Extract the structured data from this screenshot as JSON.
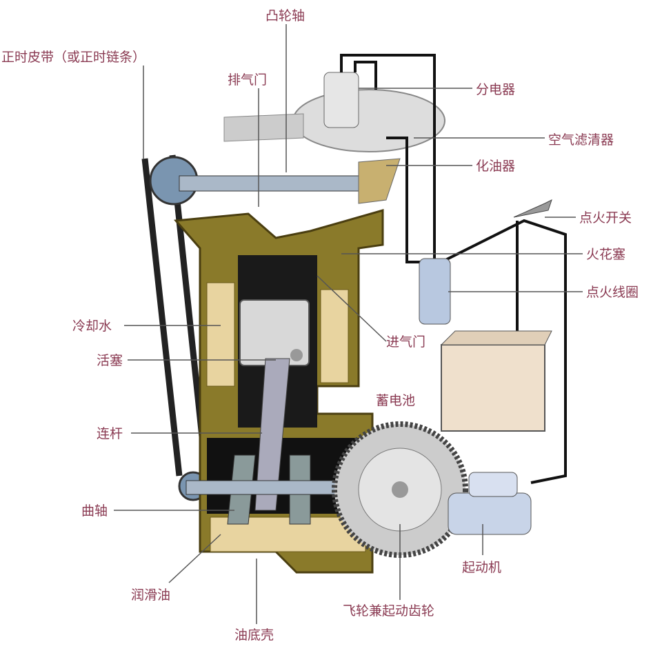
{
  "labels": {
    "camshaft": "凸轮轴",
    "timing_belt": "正时皮带（或正时链条）",
    "exhaust_valve": "排气门",
    "distributor": "分电器",
    "air_filter": "空气滤清器",
    "carburetor": "化油器",
    "ignition_switch": "点火开关",
    "spark_plug": "火花塞",
    "ignition_coil": "点火线圈",
    "coolant": "冷却水",
    "piston": "活塞",
    "intake_valve": "进气门",
    "battery": "蓄电池",
    "connecting_rod": "连杆",
    "crankshaft": "曲轴",
    "starter": "起动机",
    "lubricating_oil": "润滑油",
    "flywheel": "飞轮兼起动齿轮",
    "oil_pan": "油底壳"
  },
  "colors": {
    "label": "#8a3a52",
    "block": "#8a7a2a",
    "coolant": "#e8d4a0"
  }
}
